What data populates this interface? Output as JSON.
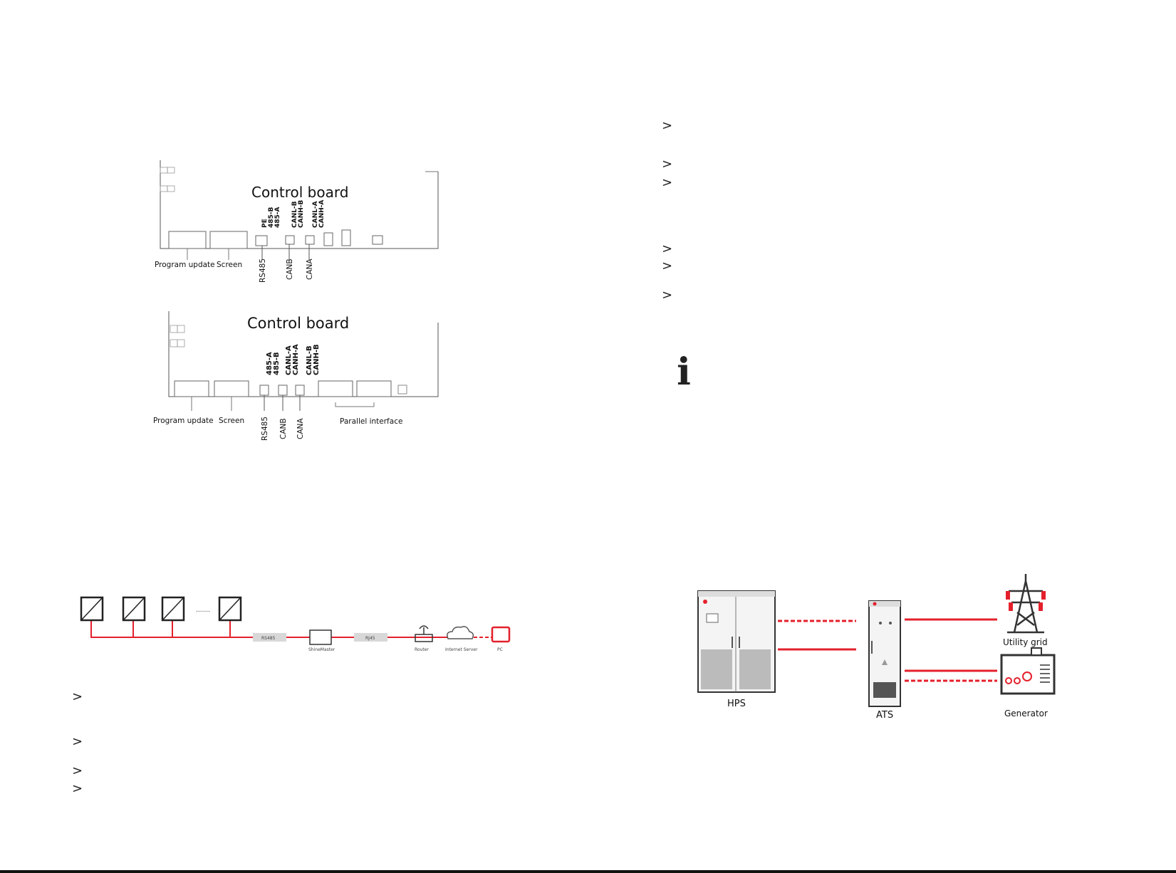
{
  "control_board_top": {
    "title": "Control board",
    "pin_labels": [
      "PE",
      "485-B",
      "485-A",
      "CANL-B",
      "CANH-B",
      "CANL-A",
      "CANH-A"
    ],
    "port_labels": [
      "Program update",
      "Screen",
      "RS485",
      "CANB",
      "CANA"
    ]
  },
  "control_board_bottom": {
    "title": "Control board",
    "pin_labels": [
      "485-A",
      "485-B",
      "CANL-A",
      "CANH-A",
      "CANL-B",
      "CANH-B"
    ],
    "port_labels": [
      "Program update",
      "Screen",
      "RS485",
      "CANB",
      "CANA",
      "Parallel interface"
    ]
  },
  "monitoring_diagram": {
    "ellipsis": ".......",
    "link1": "RS485",
    "device1": "ShineMaster",
    "link2": "RJ45",
    "device2": "Router",
    "device3": "Internet Server",
    "device4": "PC"
  },
  "ats_diagram": {
    "hps": "HPS",
    "ats": "ATS",
    "grid": "Utility grid",
    "generator": "Generator"
  },
  "bullet_symbol": ">",
  "info_symbol": "i",
  "colors": {
    "accent_red": "#e4202c",
    "device_gray": "#9a9a9a",
    "dark": "#222222"
  }
}
